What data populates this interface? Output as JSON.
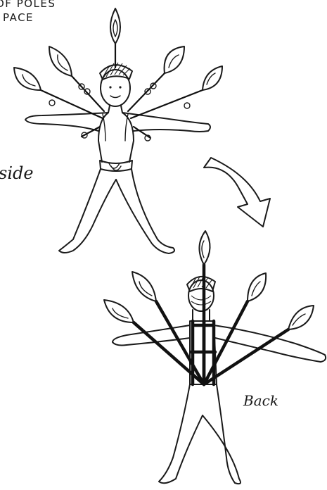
{
  "notes": {
    "line1": "OF POLES",
    "line2": "PACE"
  },
  "labels": {
    "front": "side",
    "back": "Back"
  },
  "colors": {
    "ink": "#1a1a1a",
    "paper": "#ffffff"
  }
}
